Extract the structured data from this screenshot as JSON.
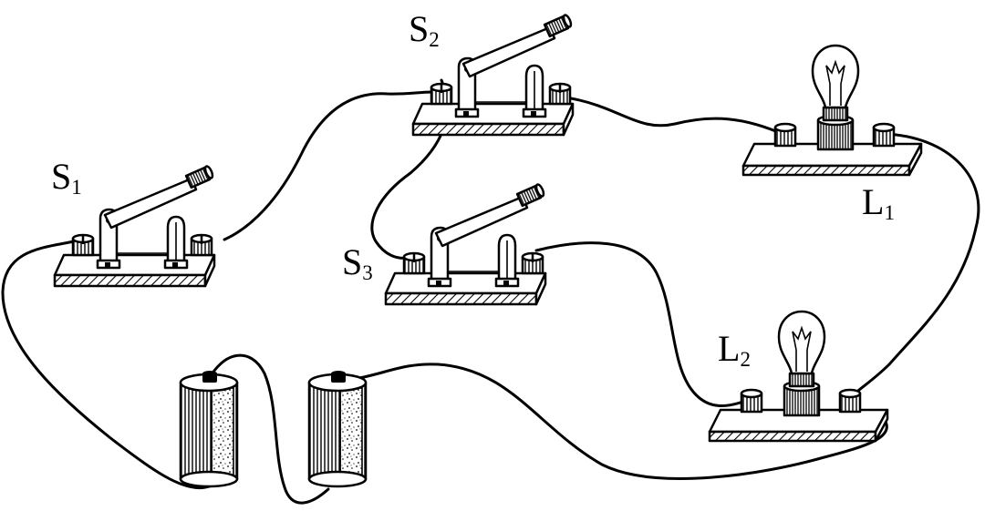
{
  "labels": {
    "s1": {
      "main": "S",
      "sub": "1"
    },
    "s2": {
      "main": "S",
      "sub": "2"
    },
    "s3": {
      "main": "S",
      "sub": "3"
    },
    "l1": {
      "main": "L",
      "sub": "1"
    },
    "l2": {
      "main": "L",
      "sub": "2"
    }
  },
  "components": [
    {
      "id": "switch-s1",
      "kind": "knife-switch",
      "label": "S1"
    },
    {
      "id": "switch-s2",
      "kind": "knife-switch",
      "label": "S2"
    },
    {
      "id": "switch-s3",
      "kind": "knife-switch",
      "label": "S3"
    },
    {
      "id": "lamp-l1",
      "kind": "bulb-on-base",
      "label": "L1"
    },
    {
      "id": "lamp-l2",
      "kind": "bulb-on-base",
      "label": "L2"
    },
    {
      "id": "battery-left",
      "kind": "dry-cell",
      "label": ""
    },
    {
      "id": "battery-right",
      "kind": "dry-cell",
      "label": ""
    }
  ],
  "colors": {
    "ink": "#000000",
    "paper": "#ffffff"
  }
}
